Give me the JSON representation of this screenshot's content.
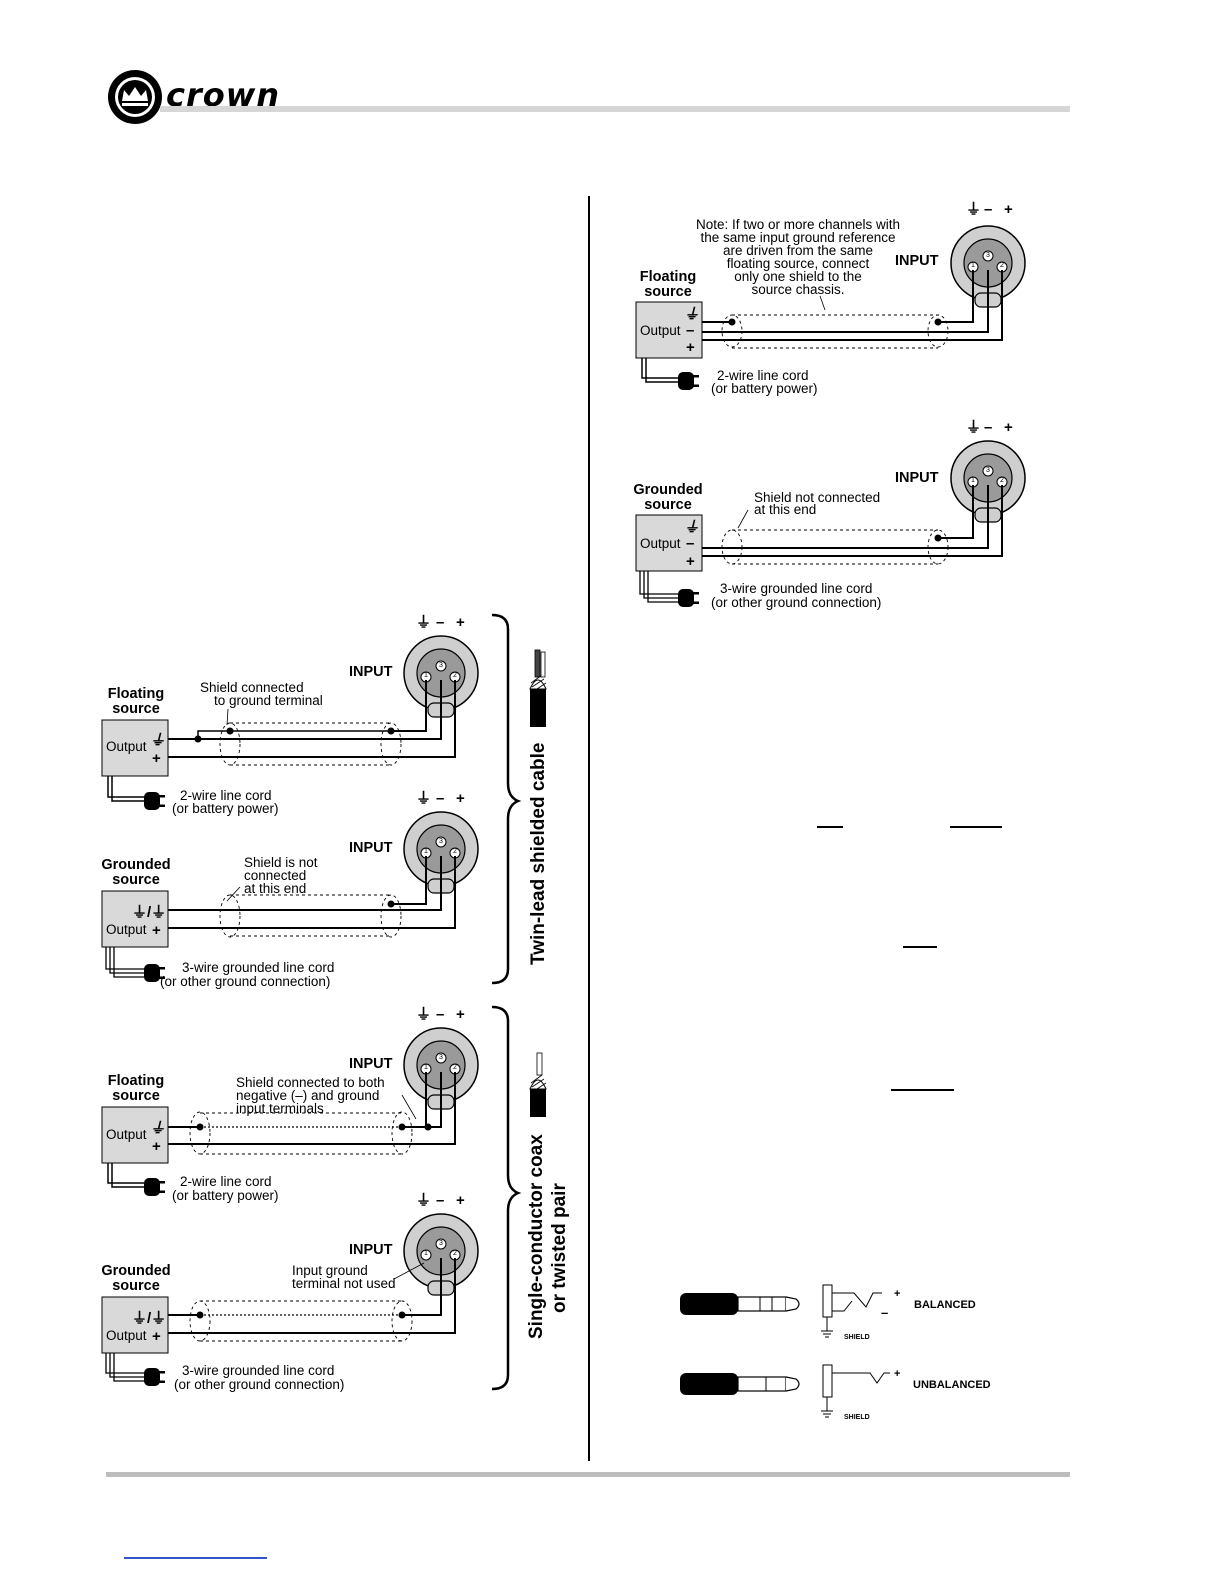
{
  "brand": {
    "name": "crown"
  },
  "diagrams": {
    "top_right": {
      "source_label_1": "Floating",
      "source_label_2": "source",
      "output_label": "Output",
      "input_label": "INPUT",
      "note_lines": [
        "Note: If two or more channels with",
        "the same input ground reference",
        "are driven from the same",
        "floating source, connect",
        "only one shield to the",
        "source chassis."
      ],
      "cord_line_1": "2-wire line cord",
      "cord_line_2": "(or battery power)"
    },
    "mid_right": {
      "source_label_1": "Grounded",
      "source_label_2": "source",
      "output_label": "Output",
      "input_label": "INPUT",
      "note_lines": [
        "Shield not connected",
        "at this end"
      ],
      "cord_line_1": "3-wire grounded line cord",
      "cord_line_2": "(or other ground connection)"
    },
    "twin_floating": {
      "source_label_1": "Floating",
      "source_label_2": "source",
      "output_label": "Output",
      "input_label": "INPUT",
      "note_lines": [
        "Shield connected",
        "to ground terminal"
      ],
      "cord_line_1": "2-wire line cord",
      "cord_line_2": "(or battery power)"
    },
    "twin_grounded": {
      "source_label_1": "Grounded",
      "source_label_2": "source",
      "output_label": "Output",
      "input_label": "INPUT",
      "note_lines": [
        "Shield is not",
        "connected",
        "at this end"
      ],
      "cord_line_1": "3-wire grounded line cord",
      "cord_line_2": "(or other ground connection)"
    },
    "single_floating": {
      "source_label_1": "Floating",
      "source_label_2": "source",
      "output_label": "Output",
      "input_label": "INPUT",
      "note_lines": [
        "Shield connected to both",
        "negative (–) and ground",
        "input terminals"
      ],
      "cord_line_1": "2-wire line cord",
      "cord_line_2": "(or battery power)"
    },
    "single_grounded": {
      "source_label_1": "Grounded",
      "source_label_2": "source",
      "output_label": "Output",
      "input_label": "INPUT",
      "note_lines": [
        "Input ground",
        "terminal not used"
      ],
      "cord_line_1": "3-wire grounded line cord",
      "cord_line_2": "(or other ground connection)"
    }
  },
  "brackets": {
    "twin_lead": "Twin-lead shielded cable",
    "single_line_1": "Single-conductor coax",
    "single_line_2": "or twisted pair"
  },
  "pin_labels": {
    "pin1": "1",
    "pin2": "2",
    "pin3": "3",
    "minus": "–",
    "plus": "+"
  },
  "jacks": {
    "balanced": {
      "label": "BALANCED",
      "shield": "SHIELD",
      "plus": "+",
      "minus": "–"
    },
    "unbalanced": {
      "label": "UNBALANCED",
      "shield": "SHIELD",
      "plus": "+"
    }
  }
}
